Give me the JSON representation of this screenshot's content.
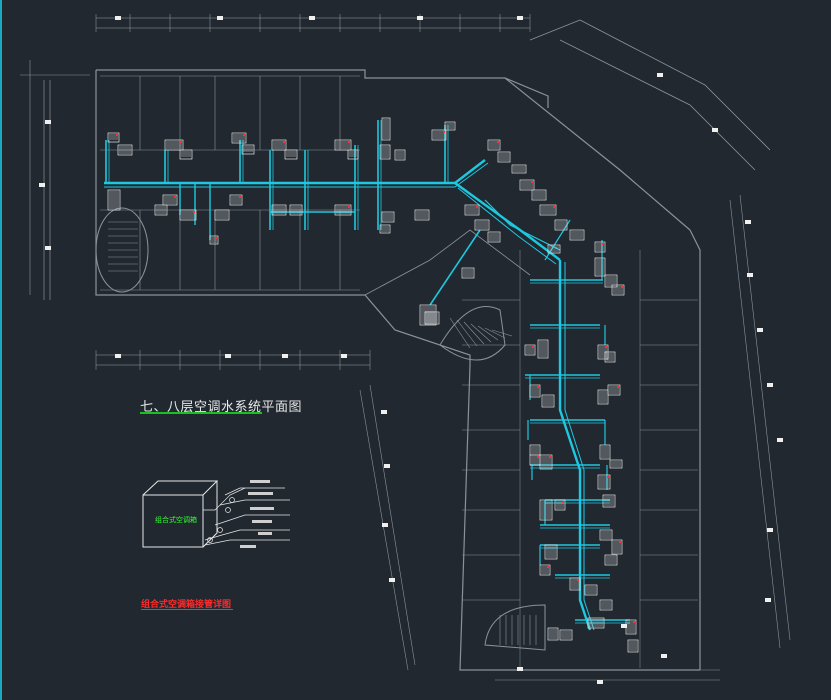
{
  "drawing": {
    "title": "七、八层空调水系统平面图",
    "detail_title": "组合式空调箱接管详图",
    "unit_label": "组合式空调箱",
    "colors": {
      "background": "#212830",
      "wall": "#8a939c",
      "grid": "#9aa2aa",
      "pipe": "#1ec8e0",
      "title_underline": "#18c020",
      "detail_title": "#ff2a2a",
      "unit_label": "#30ff30",
      "equipment": "#e8e8e8",
      "equipment_accent": "#ff3030"
    }
  }
}
